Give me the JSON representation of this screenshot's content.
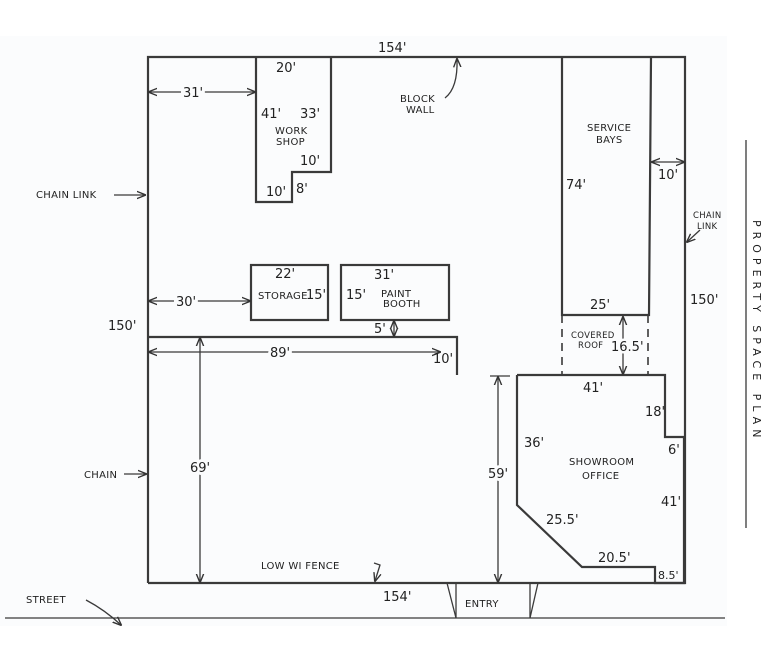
{
  "title": "PROPERTY SPACE PLAN",
  "dimensions": {
    "top_width": "154'",
    "bottom_width": "154'",
    "left_height": "150'",
    "right_height": "150'",
    "workshop_offset": "31'",
    "storage_offset": "30'",
    "yard_width": "89'",
    "yard_height": "69'",
    "wall_return": "10'",
    "paint_gap": "5'",
    "service_side_gap": "10'",
    "showroom_depth": "59'"
  },
  "rooms": {
    "workshop": {
      "label_1": "WORK",
      "label_2": "SHOP",
      "top": "20'",
      "left": "41'",
      "right": "33'",
      "step_h": "10'",
      "bottom": "10'",
      "step_v": "8'"
    },
    "storage": {
      "label": "STORAGE",
      "top": "22'",
      "side": "15'"
    },
    "paint_booth": {
      "label_1": "PAINT",
      "label_2": "BOOTH",
      "top": "31'",
      "side": "15'"
    },
    "service_bays": {
      "label_1": "SERVICE",
      "label_2": "BAYS",
      "side": "74'",
      "bottom": "25'"
    },
    "covered_roof": {
      "label_1": "COVERED",
      "label_2": "ROOF",
      "depth": "16.5'"
    },
    "showroom": {
      "label_1": "SHOWROOM",
      "label_2": "OFFICE",
      "top": "41'",
      "notch_v": "18'",
      "notch_h": "6'",
      "left": "36'",
      "right": "41'",
      "diagonal": "25.5'",
      "bottom": "20.5'",
      "corner": "8.5'"
    }
  },
  "annotations": {
    "block_wall_1": "BLOCK",
    "block_wall_2": "WALL",
    "chain_link_left": "CHAIN LINK",
    "chain_link_right_1": "CHAIN",
    "chain_link_right_2": "LINK",
    "chain_left_lower": "CHAIN",
    "low_fence": "LOW WI FENCE",
    "street": "STREET",
    "entry": "ENTRY"
  }
}
